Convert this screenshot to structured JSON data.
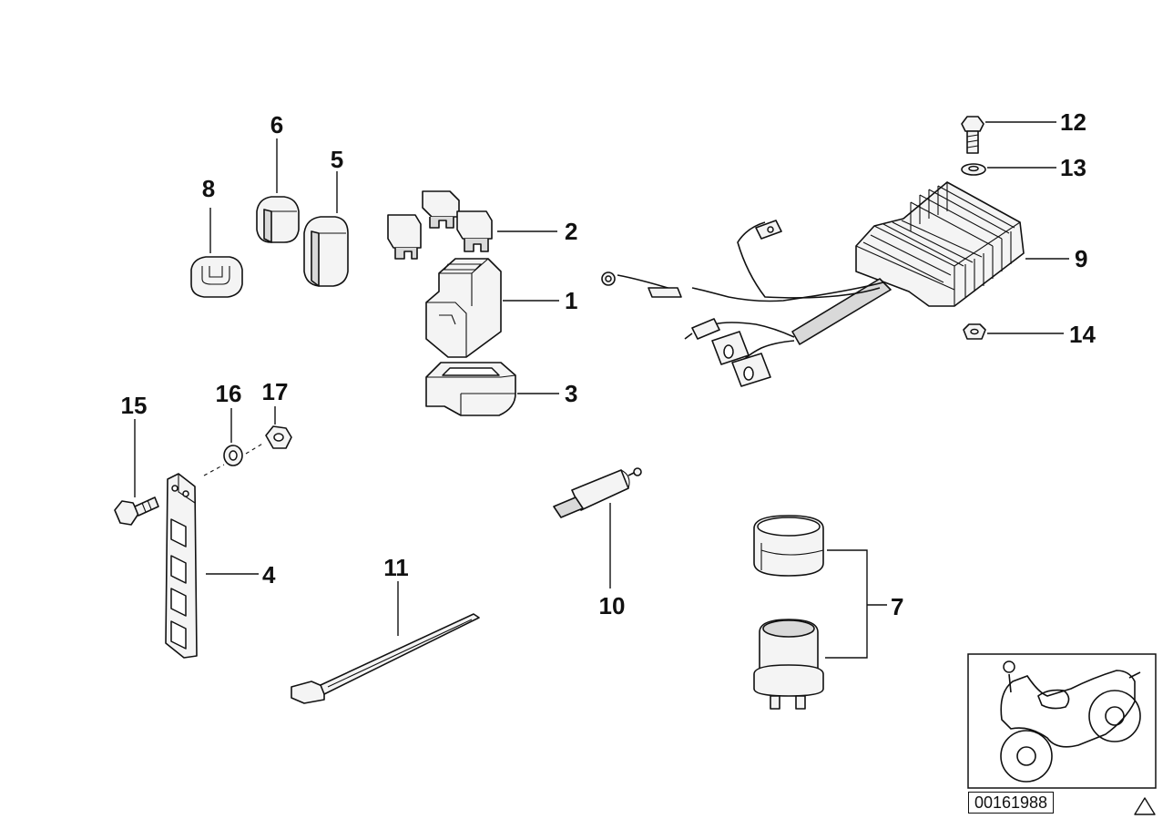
{
  "callouts": {
    "c1": "1",
    "c2": "2",
    "c3": "3",
    "c4": "4",
    "c5": "5",
    "c6": "6",
    "c7": "7",
    "c8": "8",
    "c9": "9",
    "c10": "10",
    "c11": "11",
    "c12": "12",
    "c13": "13",
    "c14": "14",
    "c15": "15",
    "c16": "16",
    "c17": "17"
  },
  "reference_number": "00161988",
  "icons": {
    "warning": "triangle-warning-icon",
    "thumbnail": "motorcycle-thumbnail"
  }
}
